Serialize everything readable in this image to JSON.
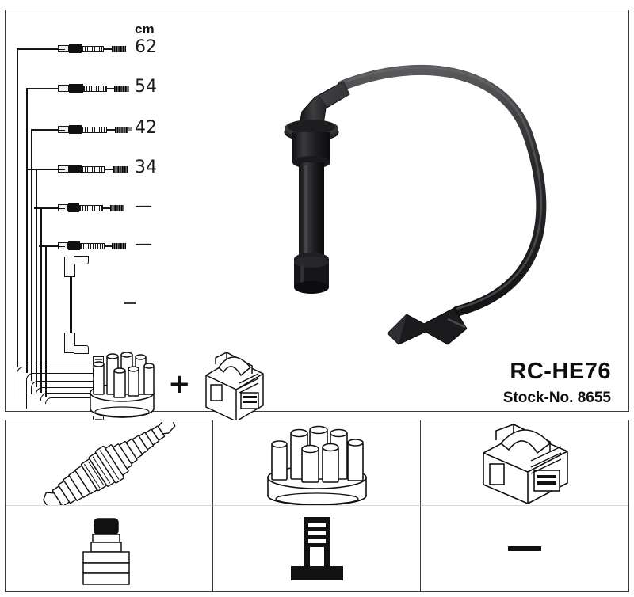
{
  "product": {
    "type_code": "RC-HE76",
    "stock_label": "Stock-No. 8655"
  },
  "length_table": {
    "unit_header": "cm",
    "rows": [
      {
        "label": "62",
        "cable": "ignition-cable-62cm"
      },
      {
        "label": "54",
        "cable": "ignition-cable-54cm"
      },
      {
        "label": "42",
        "cable": "ignition-cable-42cm"
      },
      {
        "label": "34",
        "cable": "ignition-cable-34cm"
      },
      {
        "label": "—",
        "cable": "ignition-cable-unspecified-1"
      },
      {
        "label": "—",
        "cable": "ignition-cable-unspecified-2"
      }
    ]
  },
  "coil_lead": {
    "length_label": "—",
    "name": "coil-lead-cable"
  },
  "parts_row": {
    "distributor_cap_label": "distributor-cap",
    "plus_symbol": "+",
    "ignition_coil_label": "ignition-coil"
  },
  "bottom_grid": {
    "cells": [
      {
        "name": "spark-plug",
        "kind": "art"
      },
      {
        "name": "distributor-cap",
        "kind": "art"
      },
      {
        "name": "ignition-coil",
        "kind": "art"
      },
      {
        "name": "rubber-boot-connector",
        "kind": "art"
      },
      {
        "name": "terminal-connector",
        "kind": "art"
      },
      {
        "name": "not-applicable",
        "kind": "dash",
        "label": "—"
      }
    ]
  },
  "colors": {
    "frame": "#3a3a3a",
    "ink": "#111111",
    "cable_black": "#1a1a1a",
    "background": "#ffffff"
  }
}
